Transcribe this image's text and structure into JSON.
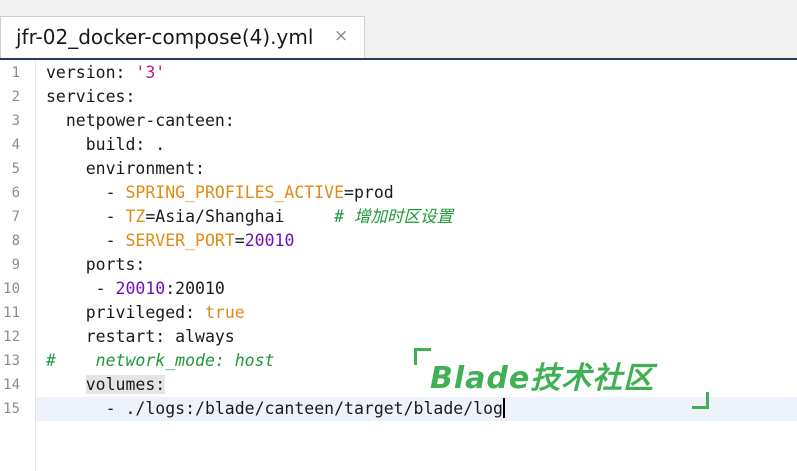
{
  "tab": {
    "title": "jfr-02_docker-compose(4).yml",
    "close": "×"
  },
  "lines": [
    {
      "n": "1",
      "segs": [
        {
          "t": "version: ",
          "c": "k"
        },
        {
          "t": "'3'",
          "c": "str"
        }
      ]
    },
    {
      "n": "2",
      "segs": [
        {
          "t": "services:",
          "c": "k"
        }
      ]
    },
    {
      "n": "3",
      "segs": [
        {
          "t": "  netpower-canteen:",
          "c": "k"
        }
      ]
    },
    {
      "n": "4",
      "segs": [
        {
          "t": "    build: .",
          "c": "k"
        }
      ]
    },
    {
      "n": "5",
      "segs": [
        {
          "t": "    environment:",
          "c": "k"
        }
      ]
    },
    {
      "n": "6",
      "segs": [
        {
          "t": "      - ",
          "c": "k"
        },
        {
          "t": "SPRING_PROFILES_ACTIVE",
          "c": "env"
        },
        {
          "t": "=prod",
          "c": "val"
        }
      ]
    },
    {
      "n": "7",
      "segs": [
        {
          "t": "      - ",
          "c": "k"
        },
        {
          "t": "TZ",
          "c": "env"
        },
        {
          "t": "=Asia/Shanghai",
          "c": "val"
        },
        {
          "t": "     ",
          "c": "k"
        },
        {
          "t": "# 增加时区设置",
          "c": "cmt"
        }
      ]
    },
    {
      "n": "8",
      "segs": [
        {
          "t": "      - ",
          "c": "k"
        },
        {
          "t": "SERVER_PORT",
          "c": "env"
        },
        {
          "t": "=",
          "c": "val"
        },
        {
          "t": "20010",
          "c": "num"
        }
      ]
    },
    {
      "n": "9",
      "segs": [
        {
          "t": "    ports:",
          "c": "k"
        }
      ]
    },
    {
      "n": "10",
      "segs": [
        {
          "t": "     - ",
          "c": "k"
        },
        {
          "t": "20010",
          "c": "num"
        },
        {
          "t": ":20010",
          "c": "val"
        }
      ]
    },
    {
      "n": "11",
      "segs": [
        {
          "t": "    privileged: ",
          "c": "k"
        },
        {
          "t": "true",
          "c": "boolv"
        }
      ]
    },
    {
      "n": "12",
      "segs": [
        {
          "t": "    restart: always",
          "c": "k"
        }
      ]
    },
    {
      "n": "13",
      "segs": [
        {
          "t": "#    network_mode: host",
          "c": "cmt"
        }
      ]
    },
    {
      "n": "14",
      "segs": [
        {
          "t": "    ",
          "c": "k"
        },
        {
          "t": "volumes:",
          "c": "hl"
        }
      ]
    },
    {
      "n": "15",
      "segs": [
        {
          "t": "      - ./logs:/blade/canteen/target/blade/log",
          "c": "k"
        }
      ],
      "current": true
    }
  ],
  "watermark": {
    "text": "Blade技术社区"
  },
  "colors": {
    "string": "#c2188a",
    "env_key": "#e08a14",
    "number": "#6e12b8",
    "comment": "#1f9a3a",
    "watermark": "#3fb053"
  }
}
